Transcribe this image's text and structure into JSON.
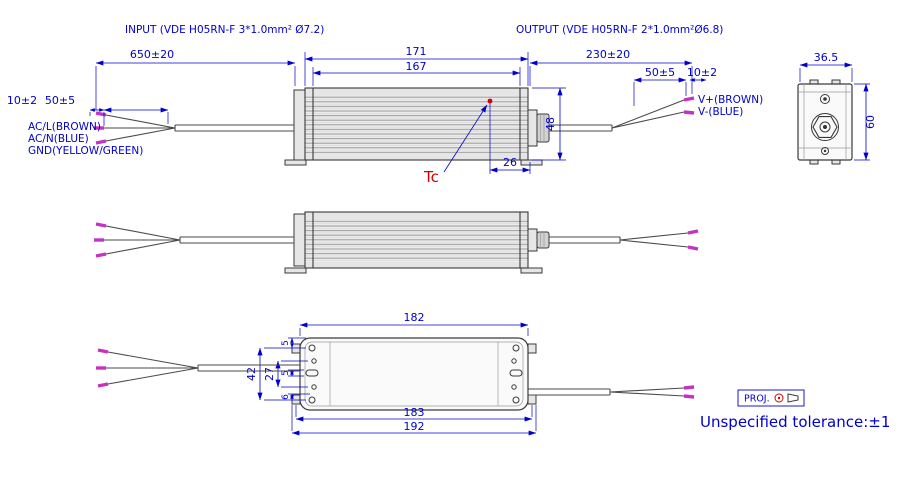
{
  "colors": {
    "dim": "#0000cd",
    "accent": "#d40000",
    "wire": "#c433c4",
    "line": "#3a3a3a"
  },
  "header": {
    "input_spec": "INPUT  (VDE H05RN-F 3*1.0mm² Ø7.2)",
    "output_spec": "OUTPUT (VDE H05RN-F 2*1.0mm²Ø6.8)"
  },
  "wires": {
    "ac_l": "AC/L(BROWN)",
    "ac_n": "AC/N(BLUE)",
    "gnd": "GND(YELLOW/GREEN)",
    "v_plus": "V+(BROWN)",
    "v_minus": "V-(BLUE)"
  },
  "dims": {
    "input_cable": "650±20",
    "output_cable": "230±20",
    "body_length": "171",
    "fin_length": "167",
    "input_strip_tip": "10±2",
    "input_strip": "50±5",
    "output_strip": "50±5",
    "output_strip_tip": "10±2",
    "body_height": "48",
    "tc_offset": "26",
    "end_width": "36.5",
    "end_height": "60",
    "plan_body_length": "182",
    "plan_hole_span": "183",
    "plan_overall_length": "192",
    "plan_hole_width": "42",
    "plan_inner_span": "27",
    "plan_offset_top": "5",
    "plan_slot_width": "5",
    "plan_offset_bottom": "6"
  },
  "annotations": {
    "tc": "Tc",
    "projection": "PROJ.",
    "tolerance": "Unspecified tolerance:±1"
  }
}
